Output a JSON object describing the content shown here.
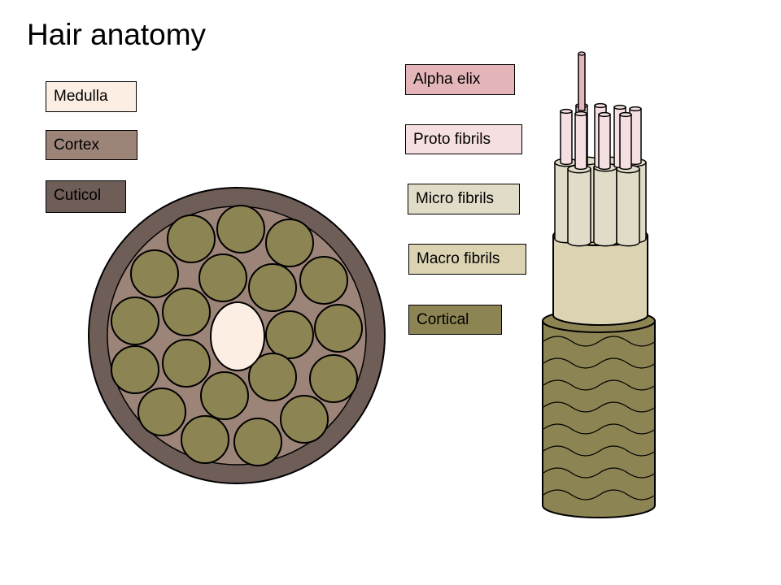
{
  "title": "Hair anatomy",
  "legend": {
    "medulla": {
      "label": "Medulla",
      "color": "#fdeee4"
    },
    "cortex": {
      "label": "Cortex",
      "color": "#9d8479"
    },
    "cuticol": {
      "label": "Cuticol",
      "color": "#6f5d57"
    },
    "alpha": {
      "label": "Alpha elix",
      "color": "#e5b6b9"
    },
    "proto": {
      "label": "Proto fibrils",
      "color": "#f6dfe0"
    },
    "micro": {
      "label": "Micro fibrils",
      "color": "#e1dcc8"
    },
    "macro": {
      "label": "Macro fibrils",
      "color": "#dcd3b2"
    },
    "cortical": {
      "label": "Cortical",
      "color": "#8d8453"
    }
  },
  "colors": {
    "cortical_fill": "#8d8453",
    "stroke": "#000000"
  }
}
